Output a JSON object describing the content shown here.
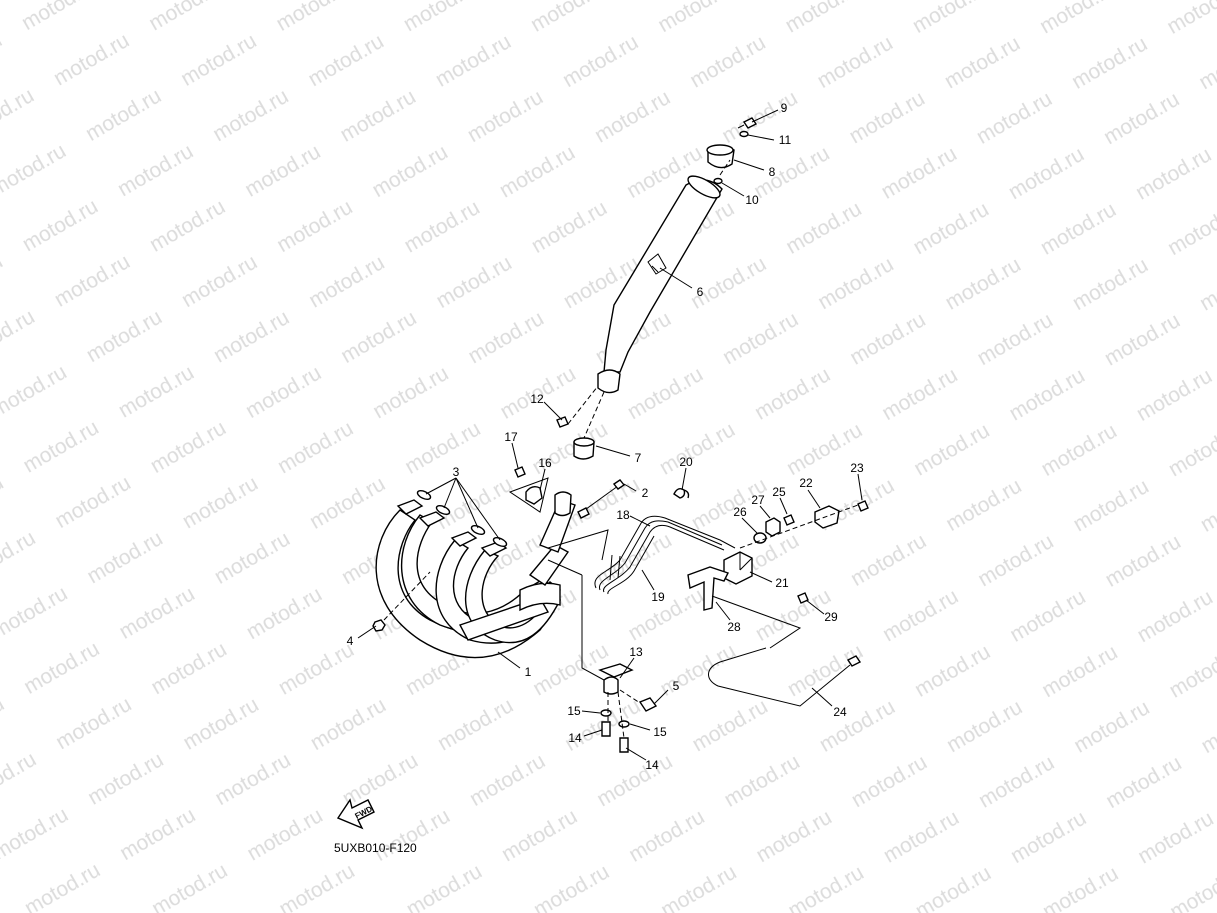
{
  "watermark": "motod.ru",
  "diagram_code": "5UXB010-F120",
  "fwd_label": "FWD",
  "callouts": {
    "c1": "1",
    "c2": "2",
    "c3": "3",
    "c4": "4",
    "c5": "5",
    "c6": "6",
    "c7": "7",
    "c8": "8",
    "c9": "9",
    "c10": "10",
    "c11": "11",
    "c12": "12",
    "c13": "13",
    "c14a": "14",
    "c14b": "14",
    "c15a": "15",
    "c15b": "15",
    "c16": "16",
    "c17": "17",
    "c18": "18",
    "c19": "19",
    "c20": "20",
    "c21": "21",
    "c22": "22",
    "c23": "23",
    "c24": "24",
    "c25": "25",
    "c26": "26",
    "c27": "27",
    "c28": "28",
    "c29": "29"
  }
}
